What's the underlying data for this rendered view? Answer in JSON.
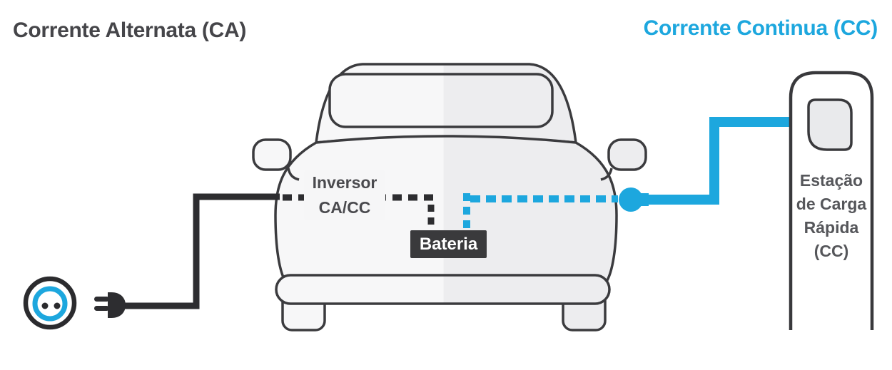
{
  "diagram": {
    "title_left": "Corrente Alternata (CA)",
    "title_right": "Corrente Continua (CC)",
    "inverter_label": {
      "line1": "Inversor",
      "line2": "CA/CC"
    },
    "battery_label": "Bateria",
    "station_label": {
      "line1": "Estação",
      "line2": "de Carga",
      "line3": "Rápida",
      "line4": "(CC)"
    }
  },
  "icons": {
    "outlet": "power-outlet-icon",
    "plug": "plug-icon",
    "charging_port": "charging-port-icon",
    "charging_station": "charging-station-icon"
  },
  "colors": {
    "accent_cyan": "#1DA7DE",
    "cable_black": "#2D2D30",
    "outline_dark": "#3B3B3E",
    "box_dark": "#3A3A3C",
    "title_gray": "#454549",
    "label_gray": "#4A4A4E",
    "station_text_gray": "#55565A",
    "car_fill_left": "#F7F7F8",
    "car_fill_right": "#EDEDEF"
  }
}
